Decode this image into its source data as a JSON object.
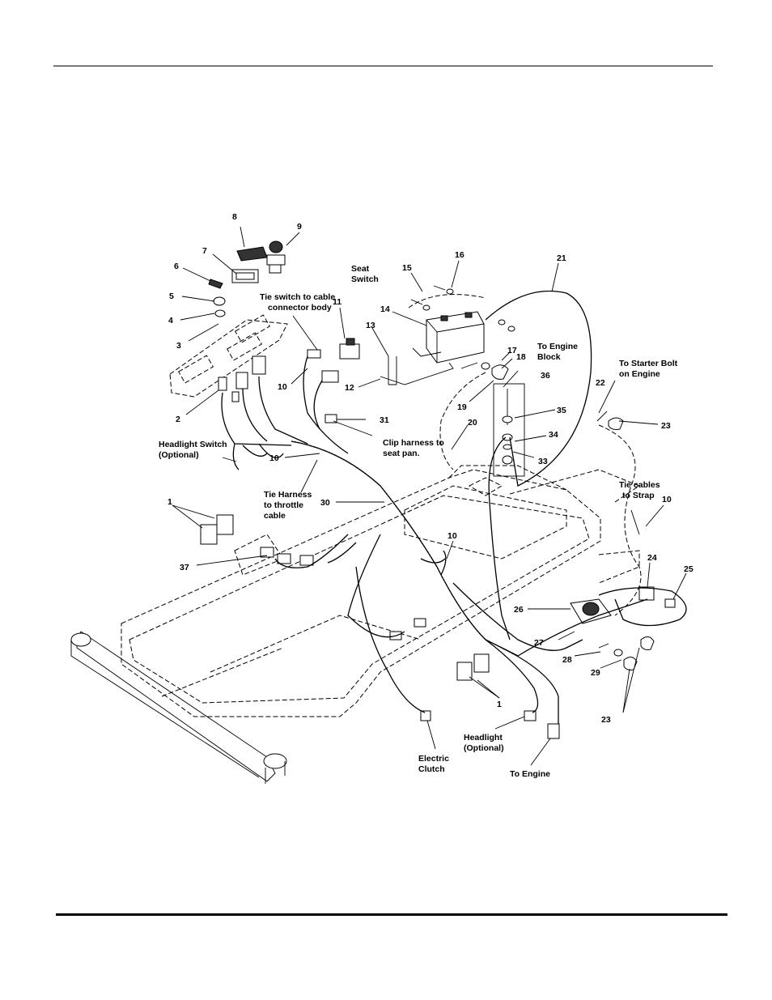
{
  "labels": {
    "p1a": "1",
    "p1b": "1",
    "p2": "2",
    "p3": "3",
    "p4": "4",
    "p5": "5",
    "p6": "6",
    "p7": "7",
    "p8": "8",
    "p9": "9",
    "p10a": "10",
    "p10b": "10",
    "p10c": "10",
    "p10d": "10",
    "p11": "11",
    "p12": "12",
    "p13": "13",
    "p14": "14",
    "p15": "15",
    "p16": "16",
    "p17": "17",
    "p18": "18",
    "p19": "19",
    "p20": "20",
    "p21": "21",
    "p22": "22",
    "p23a": "23",
    "p23b": "23",
    "p24": "24",
    "p25": "25",
    "p26": "26",
    "p27": "27",
    "p28": "28",
    "p29": "29",
    "p30": "30",
    "p31": "31",
    "p33": "33",
    "p34": "34",
    "p35": "35",
    "p36": "36",
    "p37": "37"
  },
  "callouts": {
    "seat_switch": [
      "Seat",
      "Switch"
    ],
    "tie_switch": [
      "Tie switch to cable",
      "connector body"
    ],
    "engine_block": [
      "To Engine",
      "Block"
    ],
    "starter_bolt": [
      "To Starter Bolt",
      "on Engine"
    ],
    "headlight_switch": [
      "Headlight Switch",
      "(Optional)"
    ],
    "clip_harness": [
      "Clip harness to",
      "seat pan."
    ],
    "tie_harness": [
      "Tie Harness",
      "to throttle",
      "cable"
    ],
    "tie_cables": [
      "Tie cables",
      "to Strap"
    ],
    "electric_clutch": [
      "Electric",
      "Clutch"
    ],
    "headlight": [
      "Headlight",
      "(Optional)"
    ],
    "to_engine": [
      "To Engine"
    ]
  }
}
